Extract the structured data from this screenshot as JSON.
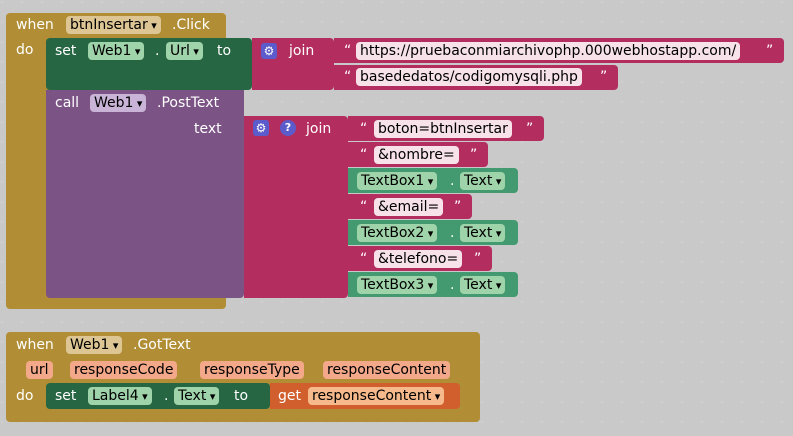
{
  "event1": {
    "when": "when",
    "component": "btnInsertar",
    "event": ".Click",
    "do": "do",
    "set": "set",
    "set_component": "Web1",
    "dot": ".",
    "set_property": "Url",
    "to": "to",
    "join": "join",
    "url_part1": "https://pruebaconmiarchivophp.000webhostapp.com/",
    "url_part2": "basededatos/codigomysqli.php",
    "call": "call",
    "call_component": "Web1",
    "call_method": ".PostText",
    "text_label": "text",
    "join2": "join",
    "str_boton": "boton=btnInsertar",
    "str_nombre": "&nombre=",
    "tb1": "TextBox1",
    "tb1_prop": "Text",
    "str_email": "&email=",
    "tb2": "TextBox2",
    "tb2_prop": "Text",
    "str_telefono": "&telefono=",
    "tb3": "TextBox3",
    "tb3_prop": "Text"
  },
  "event2": {
    "when": "when",
    "component": "Web1",
    "event": ".GotText",
    "params": [
      "url",
      "responseCode",
      "responseType",
      "responseContent"
    ],
    "do": "do",
    "set": "set",
    "set_component": "Label4",
    "dot": ".",
    "set_property": "Text",
    "to": "to",
    "get": "get",
    "get_var": "responseContent"
  },
  "quote_open": "“",
  "quote_close": "”",
  "icons": {
    "mutator": "gear-icon",
    "help": "help-icon"
  },
  "colors": {
    "event": "#b18e35",
    "setter": "#266643",
    "call": "#7c5385",
    "text": "#b32d5e",
    "component": "#439970",
    "variable": "#d05f2d"
  }
}
